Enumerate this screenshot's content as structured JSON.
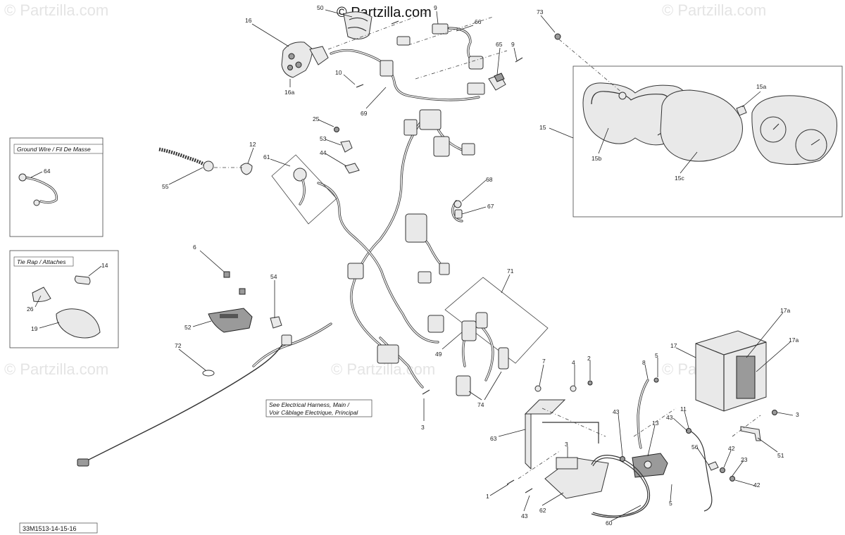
{
  "watermark": {
    "text": "© Partzilla.com",
    "site_text": "© Partzilla.com"
  },
  "insets": {
    "ground_wire": {
      "title": "Ground Wire / Fil De Masse"
    },
    "tie_rap": {
      "title": "Tie Rap / Attaches"
    }
  },
  "note": {
    "line1": "See Electrical Harness, Main /",
    "line2": "Voir Câblage Electrique, Principal"
  },
  "footer": {
    "code": "33M1513-14-15-16"
  },
  "callouts": [
    "50",
    "9",
    "66",
    "16",
    "16a",
    "10",
    "69",
    "65",
    "9",
    "73",
    "15",
    "15a",
    "15b",
    "15c",
    "25",
    "53",
    "44",
    "12",
    "61",
    "55",
    "64",
    "68",
    "67",
    "6",
    "14",
    "26",
    "19",
    "52",
    "54",
    "72",
    "71",
    "49",
    "74",
    "3",
    "7",
    "4",
    "2",
    "8",
    "5",
    "17",
    "17a",
    "17a",
    "3",
    "51",
    "63",
    "43",
    "13",
    "11",
    "43",
    "56",
    "42",
    "23",
    "42",
    "3",
    "62",
    "43",
    "1",
    "60",
    "5"
  ],
  "colors": {
    "line": "#222222",
    "part_fill": "#e9e9e9",
    "part_dark": "#9a9a9a",
    "watermark": "#cfcfcf"
  }
}
